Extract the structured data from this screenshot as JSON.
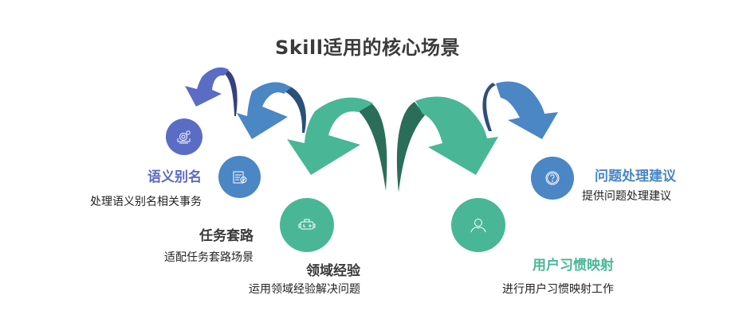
{
  "title": "Skill适用的核心场景",
  "colors": {
    "purple": "#5b6cc4",
    "purple_dark": "#34427d",
    "blue": "#4b86c5",
    "blue_dark": "#2c5179",
    "green": "#49b796",
    "green_dark": "#2a6e59",
    "title_text": "#3a3a3a",
    "body_text": "#222222"
  },
  "items": [
    {
      "heading": "语义别名",
      "description": "处理语义别名相关事务",
      "icon": "settings-machine-icon",
      "color": "#5b6cc4"
    },
    {
      "heading": "任务套路",
      "description": "适配任务套路场景",
      "icon": "checklist-icon",
      "color": "#4b86c5"
    },
    {
      "heading": "领域经验",
      "description": "运用领域经验解决问题",
      "icon": "vr-headset-icon",
      "color": "#49b796"
    },
    {
      "heading": "用户习惯映射",
      "description": "进行用户习惯映射工作",
      "icon": "user-icon",
      "color": "#49b796"
    },
    {
      "heading": "问题处理建议",
      "description": "提供问题处理建议",
      "icon": "question-icon",
      "color": "#4b86c5"
    }
  ]
}
